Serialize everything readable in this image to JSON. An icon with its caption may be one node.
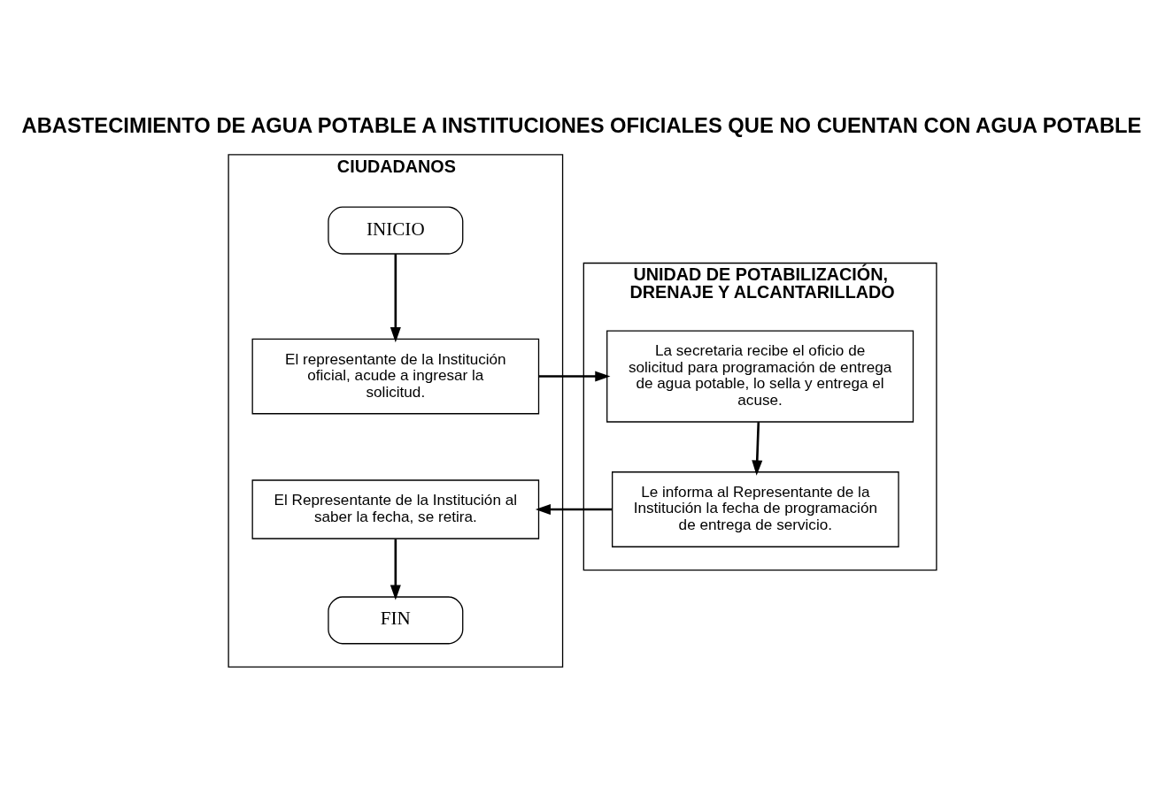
{
  "diagram": {
    "title": "ABASTECIMIENTO DE AGUA POTABLE A INSTITUCIONES OFICIALES QUE NO CUENTAN CON AGUA POTABLE",
    "nodes": [
      {
        "text": [
          "CIUDADANOS"
        ]
      },
      {
        "text": [
          "UNIDAD DE POTABILIZACIÓN, DRENAJE Y ALCANTARILLADO"
        ]
      },
      {
        "text": [
          "INICIO"
        ],
        "in": 0
      },
      {
        "text": [
          "El representante de la Institución oficial, acude a ingresar la solicitud."
        ],
        "in": 0
      },
      {
        "text": [
          "La secretaria recibe el oficio de solicitud para programación de entrega de agua potable, lo sella y entrega el acuse."
        ],
        "in": 1
      },
      {
        "text": [
          "Le informa al Representante de la Institución la fecha de programación de entrega de servicio."
        ],
        "in": 1
      },
      {
        "text": [
          "El Representante de la Institución al saber la fecha, se retira."
        ],
        "in": 0
      },
      {
        "text": [
          "FIN"
        ],
        "in": 0
      }
    ],
    "edges": [
      {
        "from": 2,
        "to": 3,
        "arrow": "to"
      },
      {
        "from": 3,
        "to": 4,
        "arrow": "to"
      },
      {
        "from": 4,
        "to": 5,
        "arrow": "to"
      },
      {
        "from": 5,
        "to": 6,
        "arrow": "to"
      },
      {
        "from": 6,
        "to": 7,
        "arrow": "to"
      }
    ]
  }
}
